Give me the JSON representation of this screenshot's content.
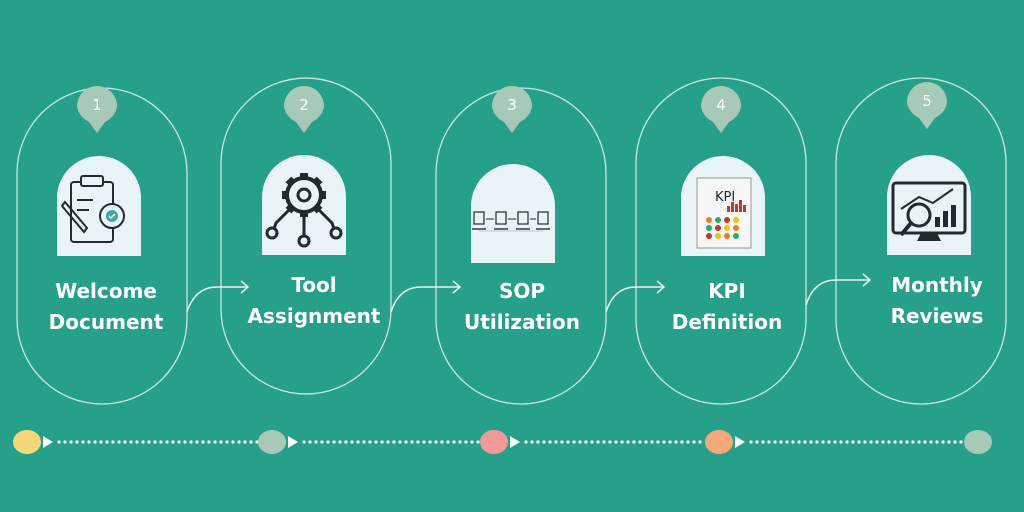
{
  "steps": [
    {
      "number": "1",
      "line1": "Welcome",
      "line2": "Document",
      "icon": "clipboard-gear-icon"
    },
    {
      "number": "2",
      "line1": "Tool",
      "line2": "Assignment",
      "icon": "gear-network-icon"
    },
    {
      "number": "3",
      "line1": "SOP",
      "line2": "Utilization",
      "icon": "sop-flow-icon"
    },
    {
      "number": "4",
      "line1": "KPI",
      "line2": "Definition",
      "icon": "kpi-report-icon"
    },
    {
      "number": "5",
      "line1": "Monthly",
      "line2": "Reviews",
      "icon": "analytics-monitor-icon"
    }
  ],
  "kpi_icon_text": "KPI",
  "timeline_dots": [
    "#f7d77b",
    "#a7c9b7",
    "#f19a98",
    "#f4a97a",
    "#a7c9b7"
  ],
  "colors": {
    "background": "#27a08a",
    "outline": "#e6f3ef",
    "badge": "#a7c9b7",
    "icon_card": "#e8f4f8",
    "text": "#ffffff"
  }
}
